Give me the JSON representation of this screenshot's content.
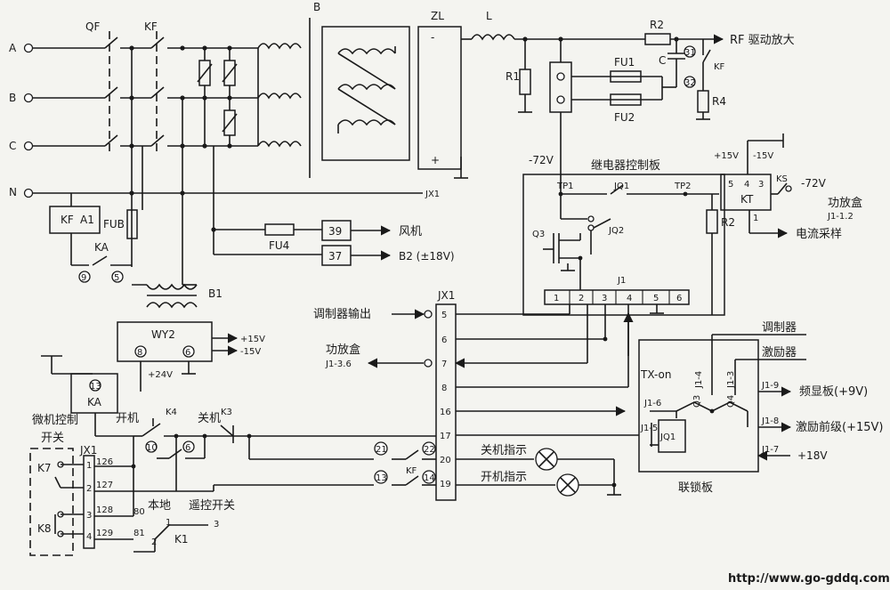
{
  "phases": {
    "a": "A",
    "b": "B",
    "c": "C",
    "n": "N"
  },
  "switches": {
    "qf": "QF",
    "kf": "KF",
    "b_tr": "B",
    "zl": "ZL",
    "l": "L",
    "r2": "R2",
    "c": "C",
    "r1": "R1",
    "fu1": "FU1",
    "fu2": "FU2",
    "r4": "R4",
    "kf_mark": "KF",
    "c31": "31",
    "c32": "32"
  },
  "rf_out": "RF 驱动放大",
  "minus_sign": "-",
  "plus_sign": "+",
  "minus72_top": "-72V",
  "relay_board": {
    "title": "继电器控制板",
    "tp1": "TP1",
    "jq1": "JQ1",
    "tp2": "TP2",
    "q3": "Q3",
    "jq2": "JQ2",
    "j1": "J1",
    "pins": [
      "1",
      "2",
      "3",
      "4",
      "5",
      "6"
    ],
    "r2": "R2"
  },
  "kt_block": {
    "p15": "+15V",
    "m15": "-15V",
    "n5": "5",
    "n4": "4",
    "n3": "3",
    "kt": "KT",
    "n1": "1",
    "ks": "KS",
    "m72": "-72V",
    "gfh": "功放盒",
    "gfh_pin": "J1-1.2",
    "sample": "电流采样"
  },
  "kf_a1": {
    "kf": "KF",
    "a1": "A1",
    "fub": "FUB",
    "ka": "KA",
    "c9": "9",
    "c5": "5"
  },
  "jx1_top": "JX1",
  "fu4": "FU4",
  "t39": {
    "num": "39",
    "label": "风机"
  },
  "t37": {
    "num": "37",
    "label": "B2 (±18V)"
  },
  "b1": "B1",
  "wy2": {
    "name": "WY2",
    "c8": "8",
    "c6": "6",
    "p15": "+15V",
    "m15": "-15V",
    "p24": "+24V"
  },
  "ka_box": {
    "num": "13",
    "name": "KA"
  },
  "jx1_mid": "JX1",
  "mod_out": "调制器输出",
  "gfh_mid": {
    "name": "功放盒",
    "pin": "J1-3.6"
  },
  "jx1_pins": [
    "5",
    "6",
    "7",
    "8",
    "16",
    "17",
    "20",
    "19"
  ],
  "left_panel": {
    "title1": "微机控制",
    "title2": "开关",
    "jx1": "JX1",
    "k7": "K7",
    "k8": "K8",
    "nums": [
      "126",
      "127",
      "128",
      "129"
    ],
    "pins": [
      "1",
      "2",
      "3",
      "4"
    ],
    "on": "开机",
    "k4": "K4",
    "off": "关机",
    "k3": "K3",
    "c10": "10",
    "c6": "6",
    "n80": "80",
    "local": "本地",
    "n1": "1",
    "n81": "81",
    "n2": "2",
    "remote": "遥控开关",
    "n3": "3",
    "k1": "K1"
  },
  "indicators": {
    "c21": "21",
    "c22": "22",
    "c13": "13",
    "c14": "14",
    "kf": "KF",
    "off_ind": "关机指示",
    "on_ind": "开机指示"
  },
  "tx_on": "TX-on",
  "interlock": {
    "title": "联锁板",
    "mod": "调制器",
    "exc": "激励器",
    "j14": "J1-4",
    "j13": "J1-3",
    "q3": "Q3",
    "q4": "Q4",
    "j16": "J1-6",
    "j15": "J1-5",
    "jq1": "JQ1",
    "j19": "J1-9",
    "j18": "J1-8",
    "j17": "J1-7",
    "freq": "频显板(+9V)",
    "pre": "激励前级(+15V)",
    "p18": "+18V"
  },
  "watermark": "http://www.go-gddq.com"
}
